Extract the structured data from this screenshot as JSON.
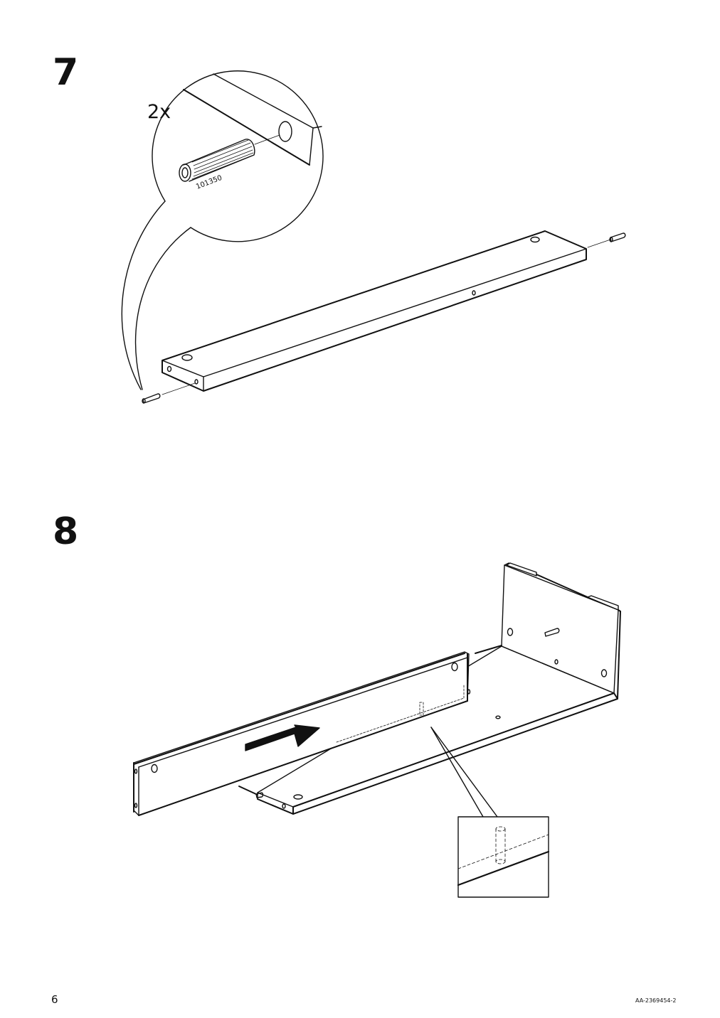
{
  "steps": [
    {
      "number": "7",
      "quantity": "2x",
      "part_number": "101350"
    },
    {
      "number": "8"
    }
  ],
  "footer": {
    "page_number": "6",
    "document_code": "AA-2369454-2"
  }
}
